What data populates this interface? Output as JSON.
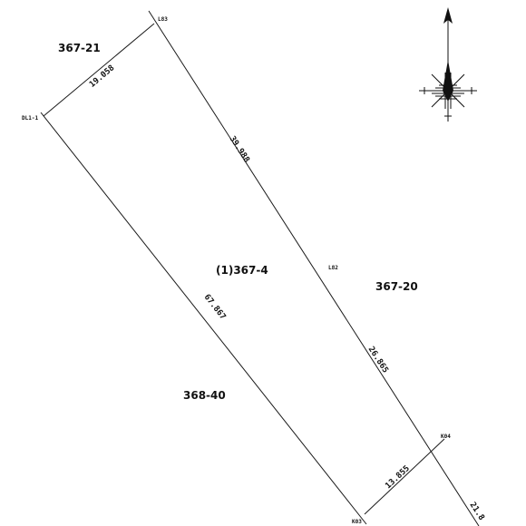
{
  "parcels": {
    "p367_21": "367-21",
    "p367_4": "(1)367-4",
    "p367_20": "367-20",
    "p368_40": "368-40"
  },
  "points": {
    "l83": "L83",
    "dl1": "DL1-1",
    "l82": "L82",
    "k04": "K04",
    "k03": "K03"
  },
  "dimensions": {
    "north_edge": "19.058",
    "east_upper": "39.988",
    "west_edge": "67.867",
    "east_lower": "26.865",
    "south_edge": "13.855",
    "cut_off": "21.8"
  },
  "compass": {
    "icon": "north-arrow-icon"
  }
}
